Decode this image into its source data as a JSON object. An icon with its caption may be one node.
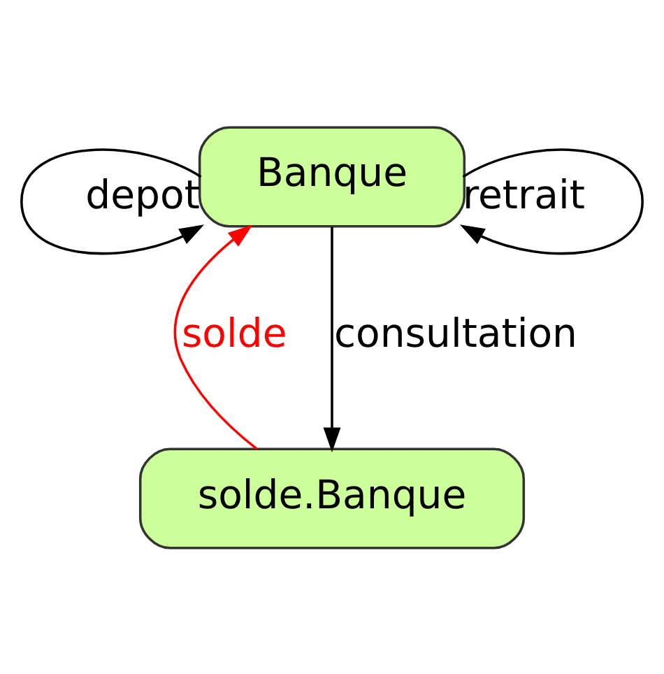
{
  "diagram": {
    "nodes": [
      {
        "text": [
          "solde.Banque"
        ]
      },
      {
        "text": [
          "Banque"
        ]
      }
    ],
    "edges": [
      {
        "from": 1,
        "to": 0,
        "arrow": "to",
        "label": "consultation"
      },
      {
        "from": 0,
        "to": 1,
        "arrow": "to",
        "label": "solde",
        "color": "#ff0000"
      },
      {
        "from": 1,
        "to": 1,
        "arrow": "to",
        "label": "depot"
      },
      {
        "from": 1,
        "to": 1,
        "arrow": "to",
        "label": "retrait"
      }
    ]
  }
}
